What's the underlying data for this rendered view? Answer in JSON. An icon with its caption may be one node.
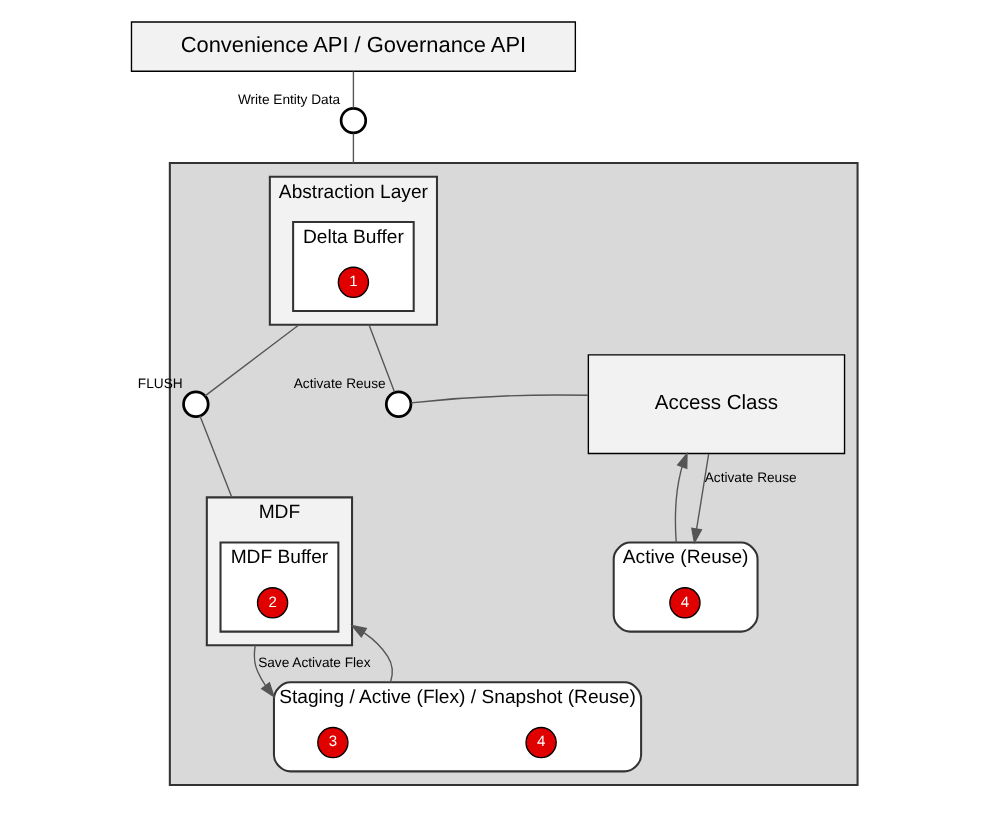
{
  "diagram": {
    "nodes": [
      {
        "text": [
          "Convenience API / Governance API"
        ]
      },
      {
        "text": [],
        "shape": "circle",
        "beside": [
          "Write Entity Data"
        ]
      },
      {
        "text": [],
        "shape": "box"
      },
      {
        "text": [
          "Abstraction Layer"
        ],
        "in": 2
      },
      {
        "text": [
          "Delta Buffer"
        ],
        "in": 3
      },
      {
        "text": [
          "1"
        ],
        "in": 4
      },
      {
        "text": [],
        "shape": "circle",
        "beside": [
          "FLUSH"
        ],
        "in": 2
      },
      {
        "text": [],
        "shape": "circle",
        "beside": [
          "Activate Reuse"
        ],
        "in": 2
      },
      {
        "text": [
          "MDF"
        ],
        "in": 2
      },
      {
        "text": [
          "MDF Buffer"
        ],
        "in": 8
      },
      {
        "text": [
          "2"
        ],
        "in": 9
      },
      {
        "text": [
          "Access Class"
        ],
        "in": 2
      },
      {
        "text": [
          "Staging / Active (Flex) / Snapshot (Reuse)"
        ],
        "in": 2
      },
      {
        "text": [
          "3"
        ],
        "in": 12
      },
      {
        "text": [
          "4"
        ],
        "in": 12
      },
      {
        "text": [
          "Active (Reuse)"
        ],
        "in": 2
      },
      {
        "text": [
          "4"
        ],
        "in": 15
      }
    ],
    "edges": [
      {
        "from": 0,
        "to": 1,
        "arrow": "none"
      },
      {
        "from": 1,
        "to": 2,
        "arrow": "none"
      },
      {
        "from": 3,
        "to": 6,
        "arrow": "none"
      },
      {
        "from": 6,
        "to": 8,
        "arrow": "none"
      },
      {
        "from": 3,
        "to": 7,
        "arrow": "none"
      },
      {
        "from": 7,
        "to": 11,
        "arrow": "none"
      },
      {
        "from": 8,
        "to": 12,
        "arrow": "to",
        "label": "Save Activate Flex"
      },
      {
        "from": 12,
        "to": 8,
        "arrow": "to"
      },
      {
        "from": 11,
        "to": 15,
        "arrow": "to",
        "label": "Activate Reuse"
      },
      {
        "from": 15,
        "to": 11,
        "arrow": "to"
      }
    ]
  }
}
